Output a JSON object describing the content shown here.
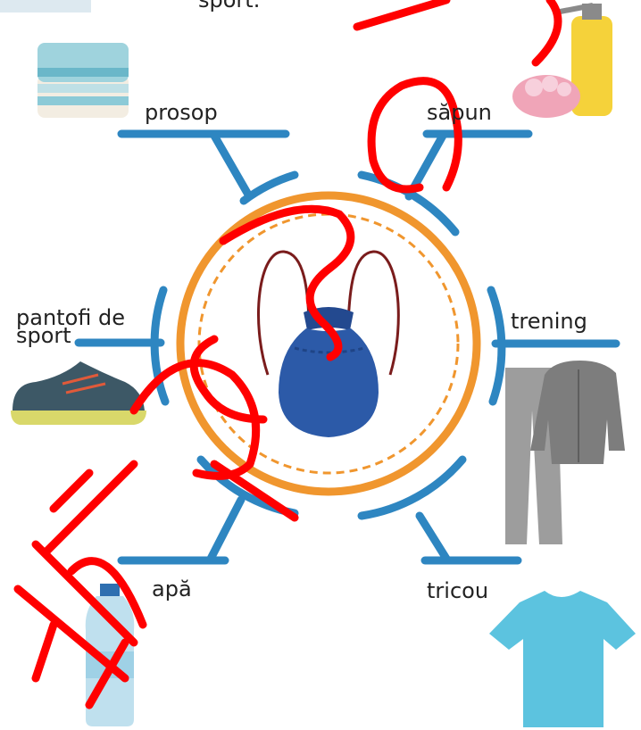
{
  "header": {
    "fragment": "sport."
  },
  "center": {
    "icon": "drawstring-backpack"
  },
  "items": [
    {
      "label": "prosop",
      "icon": "towel-stack-icon"
    },
    {
      "label": "săpun",
      "icon": "soap-dispenser-icon"
    },
    {
      "label": "pantofi de",
      "label_line2": "sport",
      "icon": "sneaker-icon"
    },
    {
      "label": "trening",
      "icon": "tracksuit-icon"
    },
    {
      "label": "apă",
      "icon": "water-bottle-icon"
    },
    {
      "label": "tricou",
      "icon": "tshirt-icon"
    }
  ],
  "colors": {
    "connector": "#2e86c1",
    "ring_outer": "#f0962e",
    "ring_dashed": "#f0962e",
    "backpack": "#2c5aa8",
    "backpack_string": "#7a1c1c",
    "overlay_stroke": "#ff0000"
  }
}
